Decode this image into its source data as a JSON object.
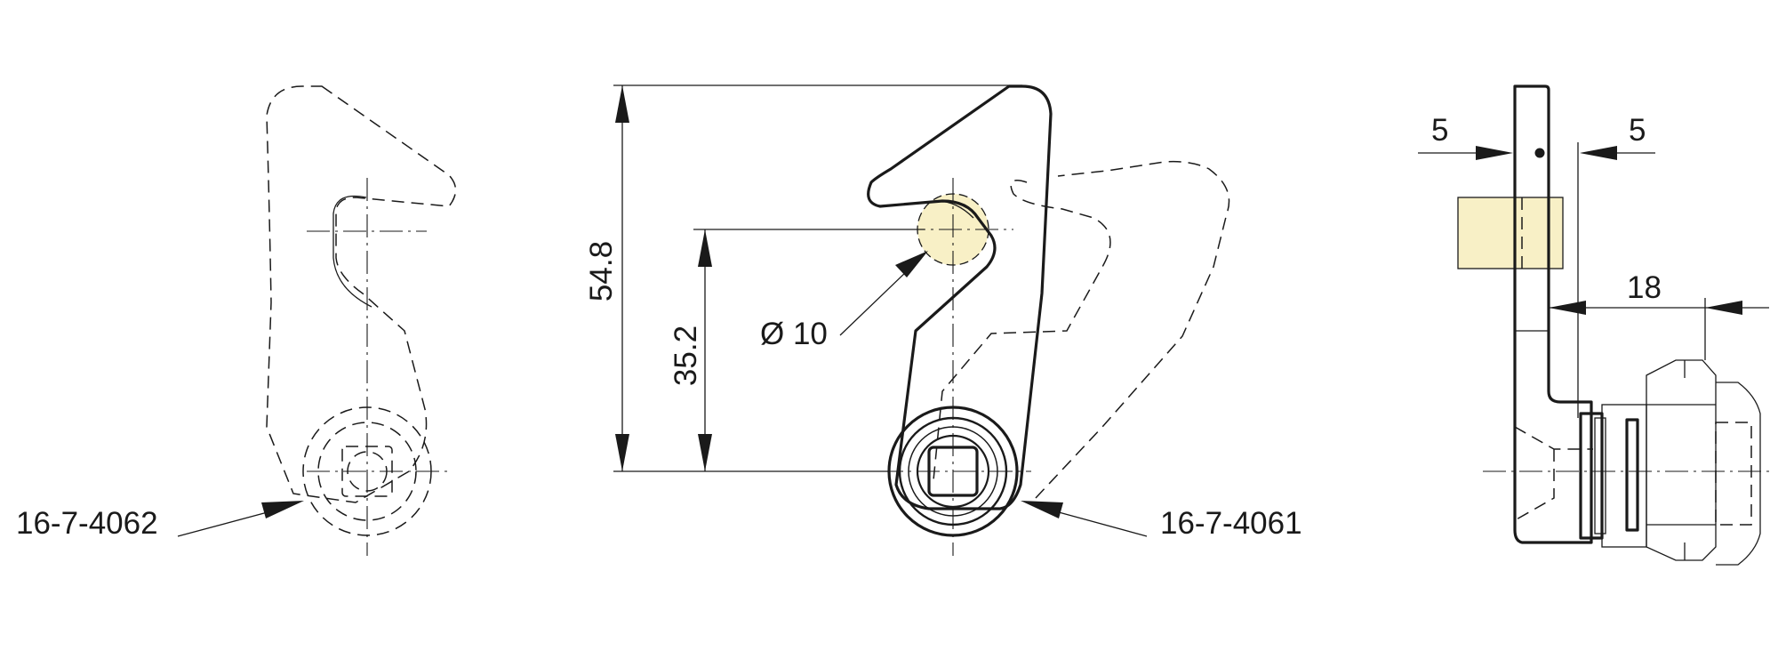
{
  "labels": {
    "left_part_number": "16-7-4062",
    "center_part_number": "16-7-4061",
    "dim_height": "54.8",
    "dim_pivot_height": "35.2",
    "dim_pin_diameter": "Ø 10",
    "dim_side_left": "5",
    "dim_side_right": "5",
    "dim_side_depth": "18"
  },
  "colors": {
    "line": "#1a1a1a",
    "pin_fill": "#f8f0c6",
    "background": "#ffffff"
  }
}
